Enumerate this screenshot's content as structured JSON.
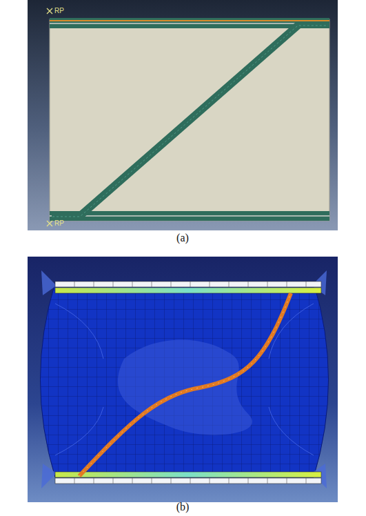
{
  "diagram": {
    "labels": [
      "RP",
      "RP",
      "(a)",
      "(b)"
    ]
  }
}
